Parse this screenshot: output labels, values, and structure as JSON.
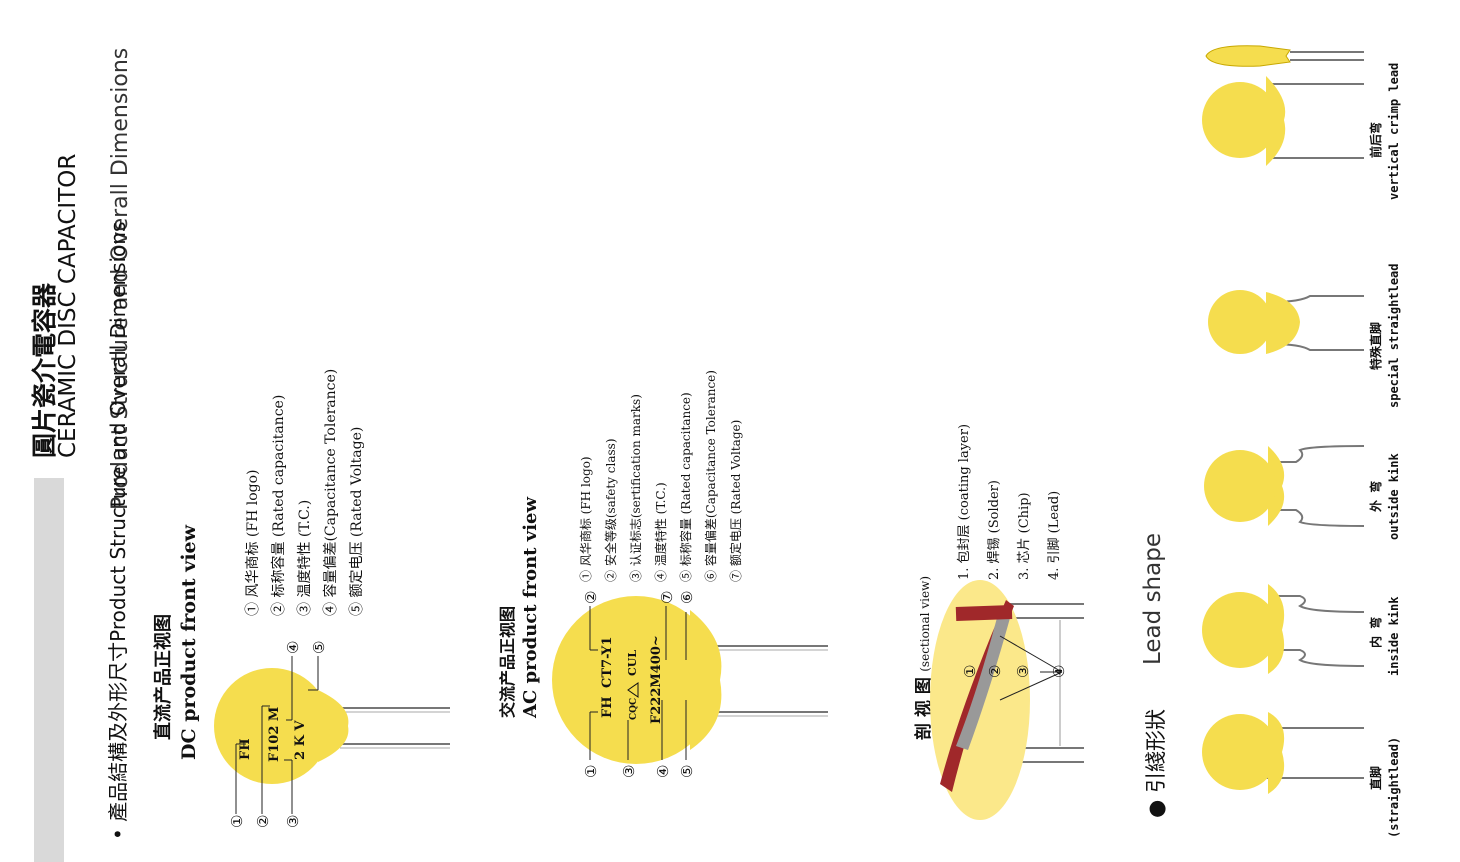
{
  "header": {
    "title_cn": "圓片瓷介電容器",
    "title_en": "CERAMIC  DISC  CAPACITOR",
    "subtitle": "Product Structure and Overall Dimensions"
  },
  "section_product": {
    "bullet": "•",
    "heading_cn": "產品結構及外形尺寸",
    "heading_en": "Product Structure and Overall Dimensions"
  },
  "dc": {
    "title_cn": "直流产品正视图",
    "title_en": "DC  product  front  view",
    "marks": [
      "FH",
      "F102 M",
      "2 K V"
    ],
    "legend": [
      {
        "num": "①",
        "text": "风华商标 (FH logo)"
      },
      {
        "num": "②",
        "text": "标称容量 (Rated capacitance)"
      },
      {
        "num": "③",
        "text": "温度特性 (T.C.)"
      },
      {
        "num": "④",
        "text": "容量偏差(Capacitance Tolerance)"
      },
      {
        "num": "⑤",
        "text": "额定电压 (Rated Voltage)"
      }
    ],
    "callouts": [
      "①",
      "②",
      "③",
      "④",
      "⑤"
    ]
  },
  "ac": {
    "title_cn": "交流产品正视图",
    "title_en": "AC  product  front  view",
    "marks": [
      "FH",
      "CT7-Y1",
      "CQC",
      "CUL",
      "F222M400~"
    ],
    "legend": [
      {
        "num": "①",
        "text": "风华商标 (FH logo)"
      },
      {
        "num": "②",
        "text": "安全等级(safety class)"
      },
      {
        "num": "③",
        "text": "认证标志(sertification marks)"
      },
      {
        "num": "④",
        "text": "温度特性 (T.C.)"
      },
      {
        "num": "⑤",
        "text": "标称容量 (Rated capacitance)"
      },
      {
        "num": "⑥",
        "text": "容量偏差(Capacitance Tolerance)"
      },
      {
        "num": "⑦",
        "text": "额定电压 (Rated Voltage)"
      }
    ],
    "callouts": [
      "①",
      "②",
      "③",
      "④",
      "⑤",
      "⑥",
      "⑦"
    ]
  },
  "section_view": {
    "title_cn": "剖 视 图",
    "title_en": "(sectional view)",
    "legend": [
      "1. 包封层 (coating layer)",
      "2. 焊锡 (Solder)",
      "3. 芯片 (Chip)",
      "4. 引脚 (Lead)"
    ],
    "callouts": [
      "①",
      "②",
      "③",
      "④"
    ]
  },
  "lead_shape": {
    "bullet": "●",
    "heading_cn": "引綫形狀",
    "heading_en": "Lead shape",
    "items": [
      {
        "cn": "直脚",
        "en": "(straightlead)"
      },
      {
        "cn": "内 弯",
        "en": "inside kink"
      },
      {
        "cn": "外 弯",
        "en": "outside kink"
      },
      {
        "cn": "特殊直脚",
        "en": "special straightlead"
      },
      {
        "cn": "前后弯",
        "en": "vertical crimp lead"
      }
    ]
  },
  "colors": {
    "disc": "#f5dd4e",
    "coating": "#a0282a",
    "lead": "#777777",
    "line": "#222222"
  }
}
